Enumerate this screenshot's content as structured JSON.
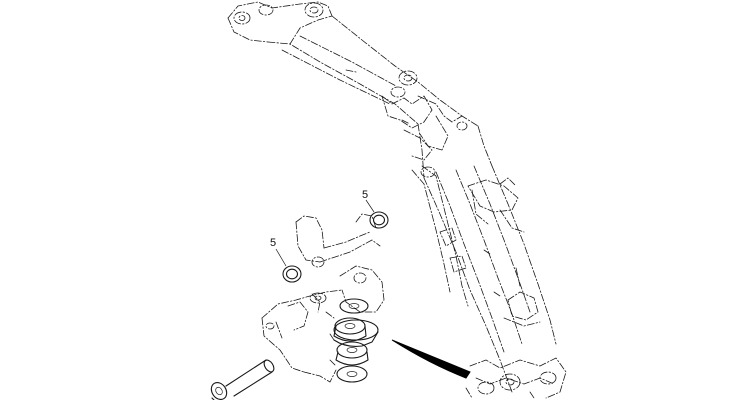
{
  "callouts": [
    {
      "id": "washer-upper",
      "label": "5"
    },
    {
      "id": "washer-lower",
      "label": "5"
    }
  ],
  "colors": {
    "line": "#1a1a1a",
    "background": "#ffffff",
    "arrow": "#000000"
  }
}
